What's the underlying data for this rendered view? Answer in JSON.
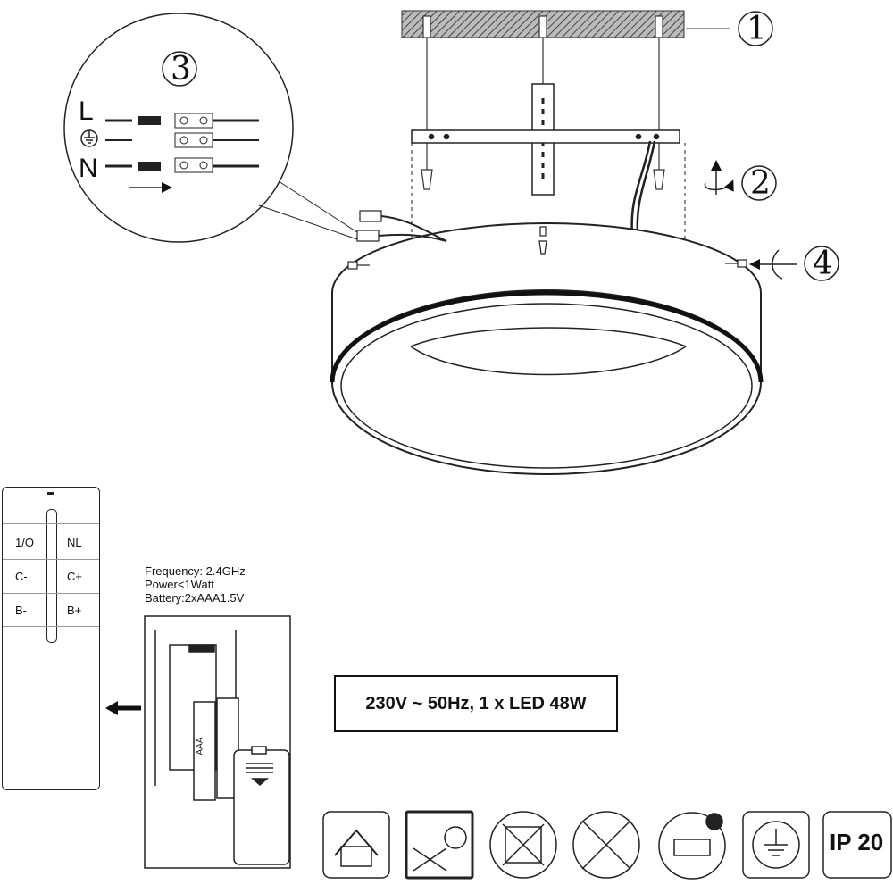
{
  "steps": {
    "s1": "1",
    "s2": "2",
    "s3": "3",
    "s4": "4"
  },
  "wiring": {
    "live": "L",
    "neutral": "N"
  },
  "remote": {
    "buttons": [
      {
        "id": "on-off",
        "label": "1/O"
      },
      {
        "id": "night",
        "label": "NL"
      },
      {
        "id": "color-minus",
        "label": "C-"
      },
      {
        "id": "color-plus",
        "label": "C+"
      },
      {
        "id": "brightness-minus",
        "label": "B-"
      },
      {
        "id": "brightness-plus",
        "label": "B+"
      }
    ]
  },
  "remote_specs": {
    "frequency": "Frequency: 2.4GHz",
    "power": "Power<1Watt",
    "battery": "Battery:2xAAA1.5V"
  },
  "battery_label": "AAA",
  "rating": "230V ~ 50Hz,  1 x LED  48W",
  "icons": [
    {
      "name": "indoor-use-icon"
    },
    {
      "name": "no-direct-lamp-icon"
    },
    {
      "name": "no-cover-icon"
    },
    {
      "name": "led-not-replaceable-icon"
    },
    {
      "name": "remote-control-icon"
    },
    {
      "name": "protective-earth-icon"
    },
    {
      "name": "ip-rating-icon",
      "label": "IP 20"
    }
  ]
}
